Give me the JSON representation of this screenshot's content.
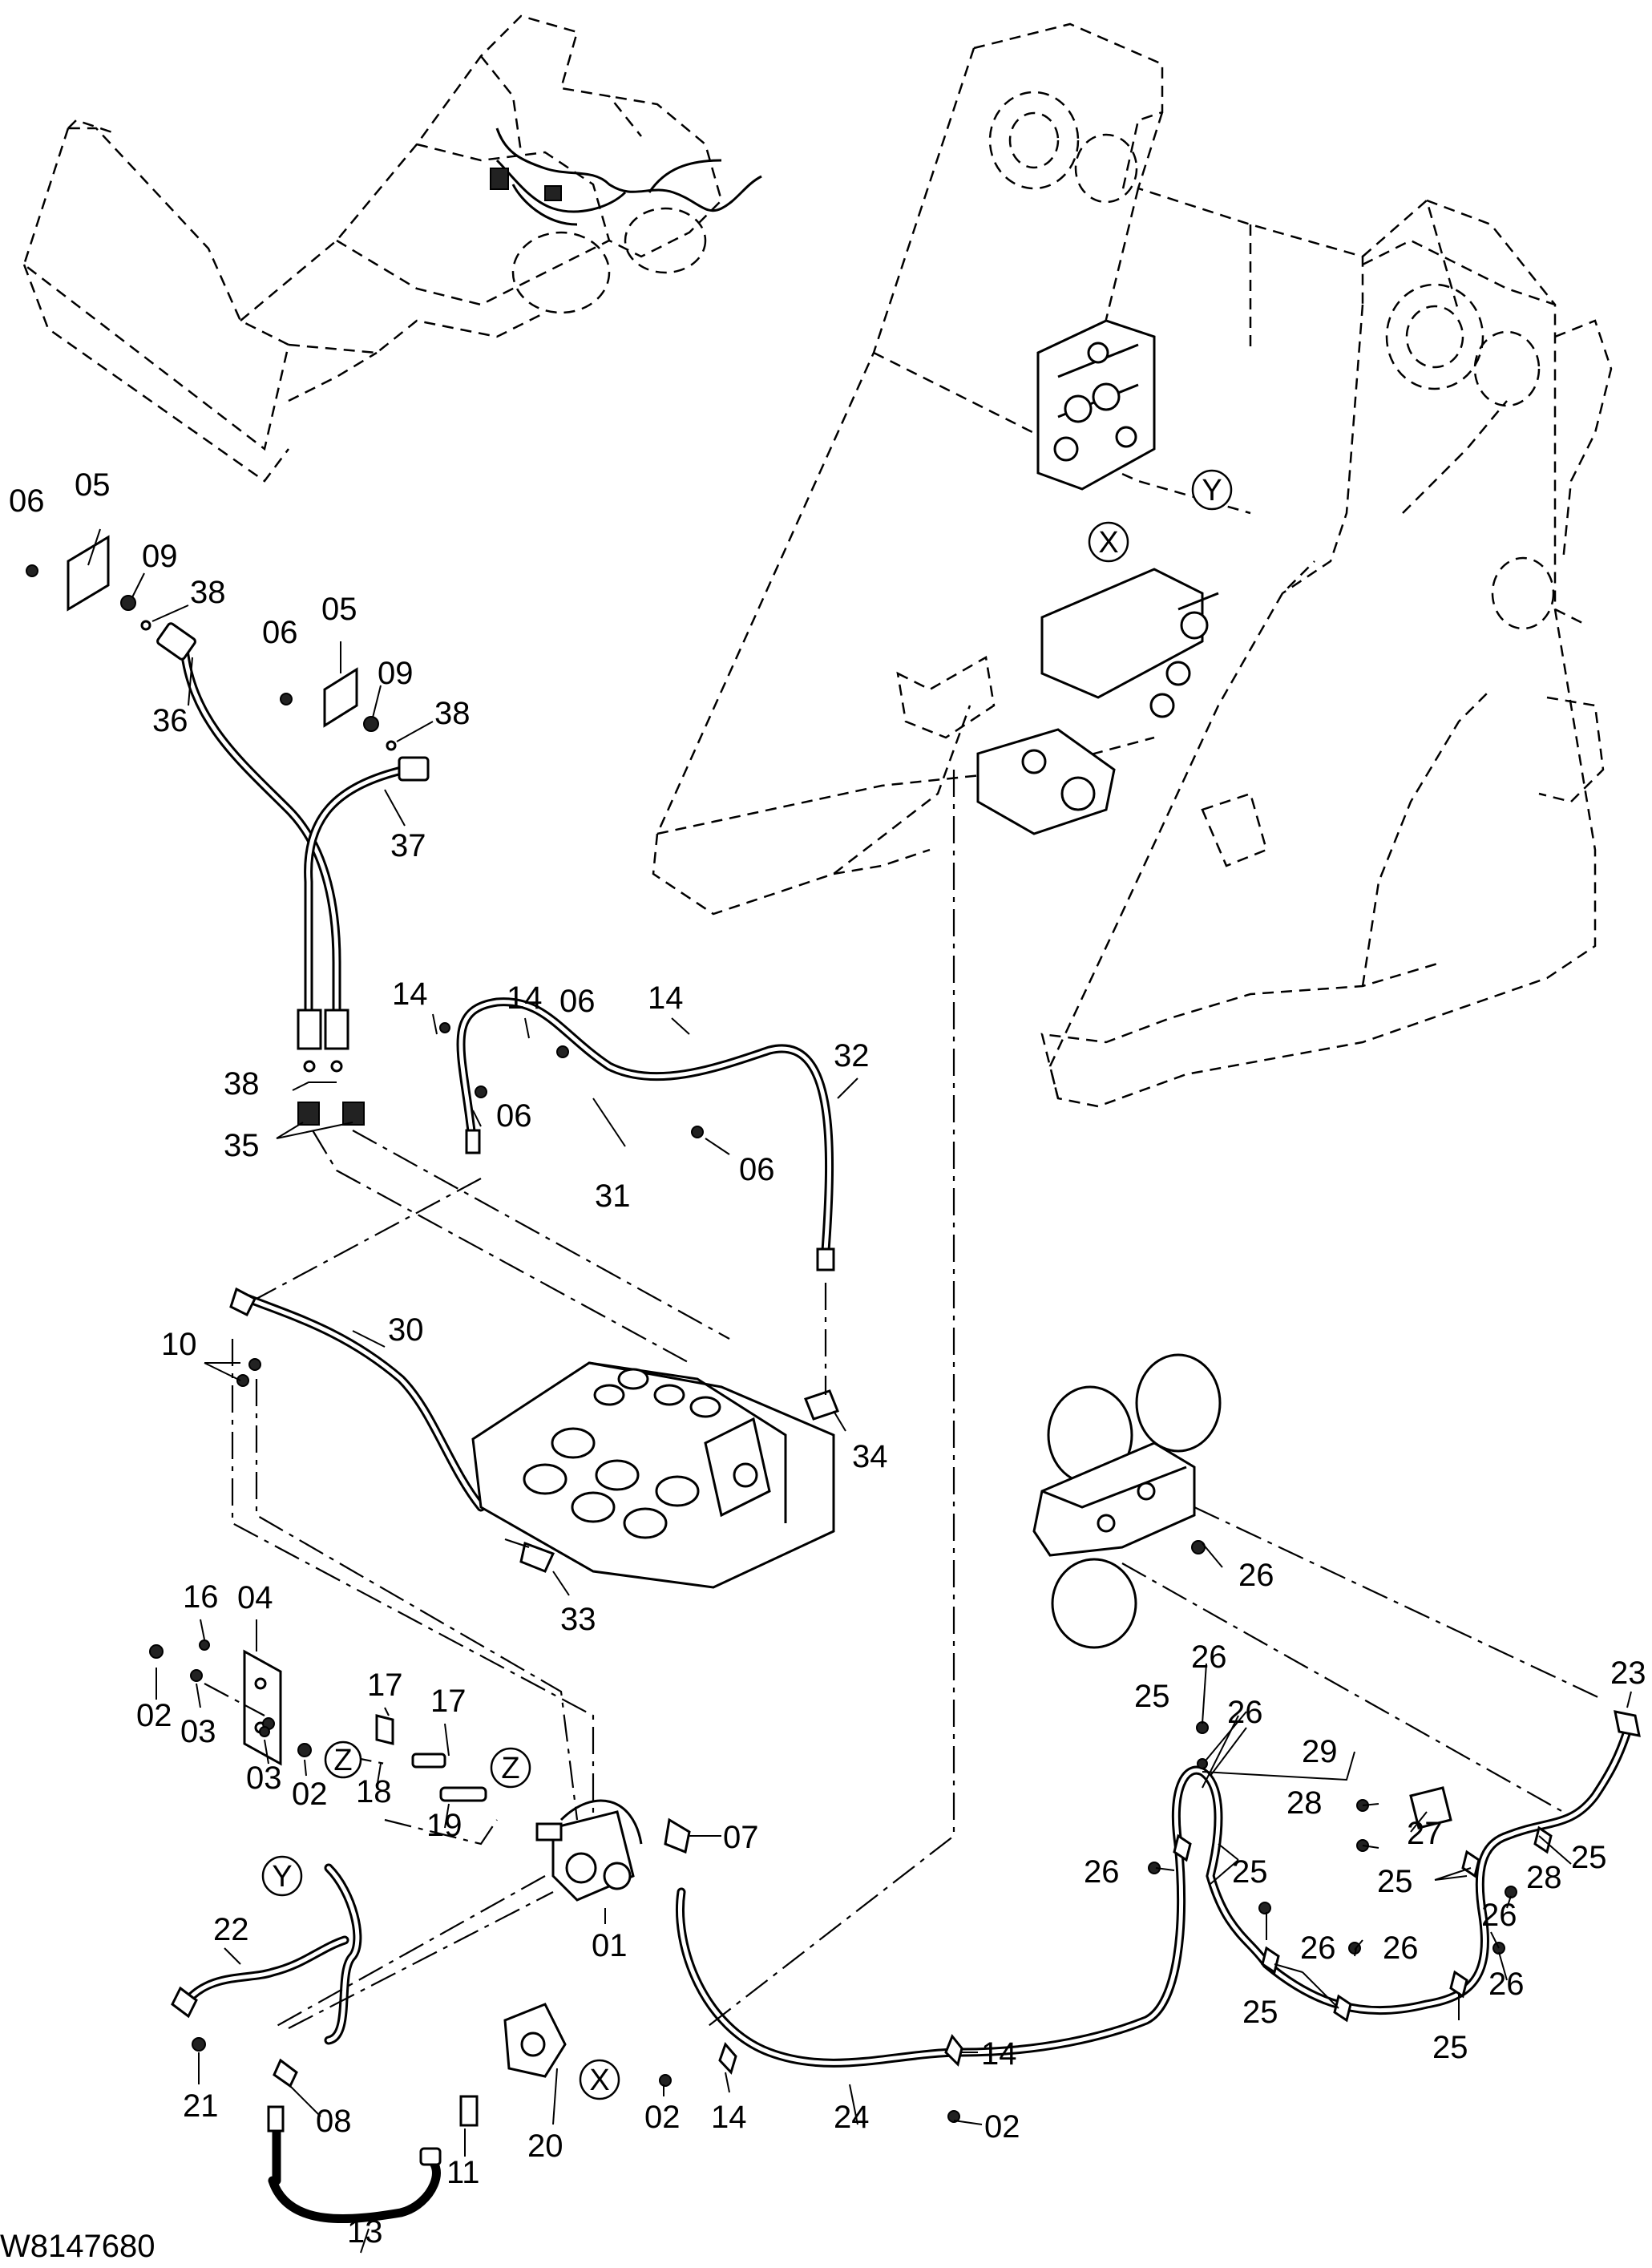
{
  "drawing_code": "W8147680",
  "part_labels": [
    {
      "id": "p05a",
      "text": "05"
    },
    {
      "id": "p06a",
      "text": "06"
    },
    {
      "id": "p09a",
      "text": "09"
    },
    {
      "id": "p38a",
      "text": "38"
    },
    {
      "id": "p36",
      "text": "36"
    },
    {
      "id": "p05b",
      "text": "05"
    },
    {
      "id": "p06b",
      "text": "06"
    },
    {
      "id": "p09b",
      "text": "09"
    },
    {
      "id": "p38b",
      "text": "38"
    },
    {
      "id": "p37",
      "text": "37"
    },
    {
      "id": "p14a",
      "text": "14"
    },
    {
      "id": "p14b",
      "text": "14"
    },
    {
      "id": "p06c",
      "text": "06"
    },
    {
      "id": "p14c",
      "text": "14"
    },
    {
      "id": "p32",
      "text": "32"
    },
    {
      "id": "p38c",
      "text": "38"
    },
    {
      "id": "p06d",
      "text": "06"
    },
    {
      "id": "p35",
      "text": "35"
    },
    {
      "id": "p31",
      "text": "31"
    },
    {
      "id": "p06e",
      "text": "06"
    },
    {
      "id": "p30",
      "text": "30"
    },
    {
      "id": "p10",
      "text": "10"
    },
    {
      "id": "p34",
      "text": "34"
    },
    {
      "id": "p33",
      "text": "33"
    },
    {
      "id": "p16",
      "text": "16"
    },
    {
      "id": "p04",
      "text": "04"
    },
    {
      "id": "p17a",
      "text": "17"
    },
    {
      "id": "p17b",
      "text": "17"
    },
    {
      "id": "p02a",
      "text": "02"
    },
    {
      "id": "p03a",
      "text": "03"
    },
    {
      "id": "p18",
      "text": "18"
    },
    {
      "id": "p03b",
      "text": "03"
    },
    {
      "id": "p02b",
      "text": "02"
    },
    {
      "id": "p19",
      "text": "19"
    },
    {
      "id": "p07",
      "text": "07"
    },
    {
      "id": "p01",
      "text": "01"
    },
    {
      "id": "p22",
      "text": "22"
    },
    {
      "id": "p21",
      "text": "21"
    },
    {
      "id": "p08",
      "text": "08"
    },
    {
      "id": "p11",
      "text": "11"
    },
    {
      "id": "p20",
      "text": "20"
    },
    {
      "id": "p13",
      "text": "13"
    },
    {
      "id": "p02c",
      "text": "02"
    },
    {
      "id": "p14d",
      "text": "14"
    },
    {
      "id": "p24",
      "text": "24"
    },
    {
      "id": "p14e",
      "text": "14"
    },
    {
      "id": "p02d",
      "text": "02"
    },
    {
      "id": "p26a",
      "text": "26"
    },
    {
      "id": "p23",
      "text": "23"
    },
    {
      "id": "p26b",
      "text": "26"
    },
    {
      "id": "p25a",
      "text": "25"
    },
    {
      "id": "p26c",
      "text": "26"
    },
    {
      "id": "p29",
      "text": "29"
    },
    {
      "id": "p28a",
      "text": "28"
    },
    {
      "id": "p27",
      "text": "27"
    },
    {
      "id": "p26d",
      "text": "26"
    },
    {
      "id": "p25b",
      "text": "25"
    },
    {
      "id": "p25c",
      "text": "25"
    },
    {
      "id": "p25d",
      "text": "25"
    },
    {
      "id": "p28b",
      "text": "28"
    },
    {
      "id": "p26e",
      "text": "26"
    },
    {
      "id": "p26f",
      "text": "26"
    },
    {
      "id": "p26g",
      "text": "26"
    },
    {
      "id": "p26h",
      "text": "26"
    },
    {
      "id": "p25e",
      "text": "25"
    },
    {
      "id": "p25f",
      "text": "25"
    }
  ],
  "connection_markers": [
    {
      "id": "mY1",
      "text": "Y"
    },
    {
      "id": "mX1",
      "text": "X"
    },
    {
      "id": "mZ1",
      "text": "Z"
    },
    {
      "id": "mZ2",
      "text": "Z"
    },
    {
      "id": "mY2",
      "text": "Y"
    },
    {
      "id": "mX2",
      "text": "X"
    }
  ]
}
